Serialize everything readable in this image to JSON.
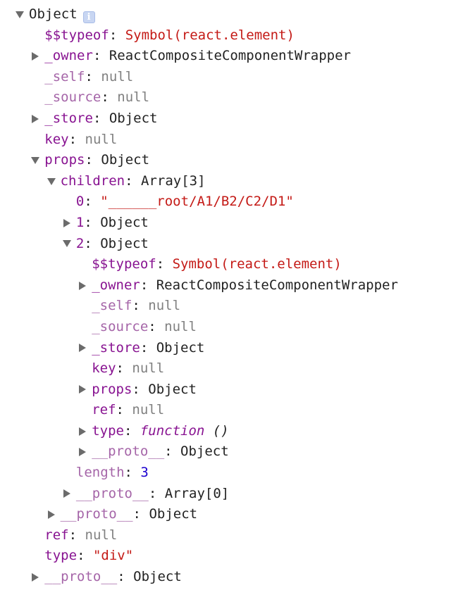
{
  "tree": [
    {
      "depth": 0,
      "toggle": "expanded",
      "label": "Object",
      "info_icon": true,
      "info_glyph": "i"
    },
    {
      "depth": 1,
      "toggle": "none",
      "key": "$$typeof",
      "key_style": "own",
      "value": "Symbol(react.element)",
      "value_style": "sym"
    },
    {
      "depth": 1,
      "toggle": "collapsed",
      "key": "_owner",
      "key_style": "own",
      "value": "ReactCompositeComponentWrapper",
      "value_style": "obj"
    },
    {
      "depth": 1,
      "toggle": "none",
      "key": "_self",
      "key_style": "proto",
      "value": "null",
      "value_style": "null"
    },
    {
      "depth": 1,
      "toggle": "none",
      "key": "_source",
      "key_style": "proto",
      "value": "null",
      "value_style": "null"
    },
    {
      "depth": 1,
      "toggle": "collapsed",
      "key": "_store",
      "key_style": "own",
      "value": "Object",
      "value_style": "obj"
    },
    {
      "depth": 1,
      "toggle": "none",
      "key": "key",
      "key_style": "own",
      "value": "null",
      "value_style": "null"
    },
    {
      "depth": 1,
      "toggle": "expanded",
      "key": "props",
      "key_style": "own",
      "value": "Object",
      "value_style": "obj"
    },
    {
      "depth": 2,
      "toggle": "expanded",
      "key": "children",
      "key_style": "own",
      "value": "Array[3]",
      "value_style": "obj"
    },
    {
      "depth": 3,
      "toggle": "none",
      "key": "0",
      "key_style": "own",
      "value": "\"______root/A1/B2/C2/D1\"",
      "value_style": "str"
    },
    {
      "depth": 3,
      "toggle": "collapsed",
      "key": "1",
      "key_style": "own",
      "value": "Object",
      "value_style": "obj"
    },
    {
      "depth": 3,
      "toggle": "expanded",
      "key": "2",
      "key_style": "own",
      "value": "Object",
      "value_style": "obj"
    },
    {
      "depth": 4,
      "toggle": "none",
      "key": "$$typeof",
      "key_style": "own",
      "value": "Symbol(react.element)",
      "value_style": "sym"
    },
    {
      "depth": 4,
      "toggle": "collapsed",
      "key": "_owner",
      "key_style": "own",
      "value": "ReactCompositeComponentWrapper",
      "value_style": "obj"
    },
    {
      "depth": 4,
      "toggle": "none",
      "key": "_self",
      "key_style": "proto",
      "value": "null",
      "value_style": "null"
    },
    {
      "depth": 4,
      "toggle": "none",
      "key": "_source",
      "key_style": "proto",
      "value": "null",
      "value_style": "null"
    },
    {
      "depth": 4,
      "toggle": "collapsed",
      "key": "_store",
      "key_style": "own",
      "value": "Object",
      "value_style": "obj"
    },
    {
      "depth": 4,
      "toggle": "none",
      "key": "key",
      "key_style": "own",
      "value": "null",
      "value_style": "null"
    },
    {
      "depth": 4,
      "toggle": "collapsed",
      "key": "props",
      "key_style": "own",
      "value": "Object",
      "value_style": "obj"
    },
    {
      "depth": 4,
      "toggle": "none",
      "key": "ref",
      "key_style": "own",
      "value": "null",
      "value_style": "null"
    },
    {
      "depth": 4,
      "toggle": "collapsed",
      "key": "type",
      "key_style": "own",
      "value": "function",
      "value_suffix": " ()",
      "value_style": "fn"
    },
    {
      "depth": 4,
      "toggle": "collapsed",
      "key": "__proto__",
      "key_style": "proto",
      "value": "Object",
      "value_style": "obj"
    },
    {
      "depth": 3,
      "toggle": "none",
      "key": "length",
      "key_style": "proto",
      "value": "3",
      "value_style": "num"
    },
    {
      "depth": 3,
      "toggle": "collapsed",
      "key": "__proto__",
      "key_style": "proto",
      "value": "Array[0]",
      "value_style": "obj"
    },
    {
      "depth": 2,
      "toggle": "collapsed",
      "key": "__proto__",
      "key_style": "proto",
      "value": "Object",
      "value_style": "obj"
    },
    {
      "depth": 1,
      "toggle": "none",
      "key": "ref",
      "key_style": "own",
      "value": "null",
      "value_style": "null"
    },
    {
      "depth": 1,
      "toggle": "none",
      "key": "type",
      "key_style": "own",
      "value": "\"div\"",
      "value_style": "str"
    },
    {
      "depth": 1,
      "toggle": "collapsed",
      "key": "__proto__",
      "key_style": "proto",
      "value": "Object",
      "value_style": "obj"
    }
  ]
}
